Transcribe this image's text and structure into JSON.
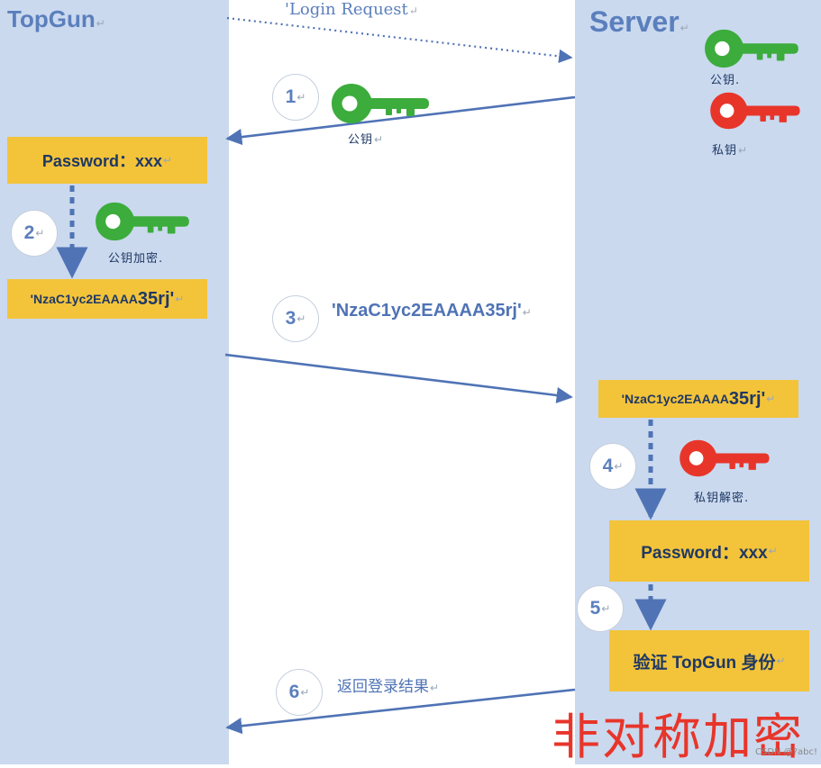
{
  "client": {
    "title": "TopGun"
  },
  "server": {
    "title": "Server"
  },
  "return_mark": "↵",
  "messages": {
    "login_request": "Login Request",
    "step3_cipher_prefix": "'NzaC1yc2EAAAA",
    "step3_cipher_suffix": "35rj'",
    "step6_text": "返回登录结果"
  },
  "keys": {
    "server_public": "公钥.",
    "server_private": "私钥",
    "step1_public": "公钥",
    "encrypt_label": "公钥加密.",
    "decrypt_label": "私钥解密."
  },
  "boxes": {
    "client_password": "Password：xxx",
    "client_cipher_prefix": "'NzaC1yc2EAAAA",
    "client_cipher_suffix": "35rj'",
    "server_cipher_prefix": "'NzaC1yc2EAAAA",
    "server_cipher_suffix": "35rj'",
    "server_password": "Password：xxx",
    "verify": "验证 TopGun 身份"
  },
  "steps": [
    "1",
    "2",
    "3",
    "4",
    "5",
    "6"
  ],
  "watermark": "非对称加密",
  "credit": "CSDN @?abc!",
  "colors": {
    "column": "#cad9ee",
    "arrow": "#5b7fbd",
    "box": "#f3c43a",
    "public_key": "#3cac3c",
    "private_key": "#e8352a",
    "watermark": "#e8352a"
  }
}
